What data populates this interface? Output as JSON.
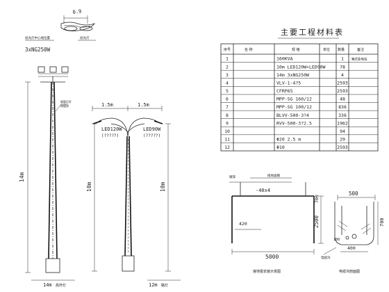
{
  "table": {
    "title": "主要工程材料表",
    "rows": [
      {
        "no": "1",
        "spec": "160KVA",
        "qty": "1",
        "note": "箱式变电站"
      },
      {
        "no": "2",
        "spec": "10m  LED120W+LED90W",
        "qty": "78",
        "note": ""
      },
      {
        "no": "3",
        "spec": "14m  3xNG250W",
        "qty": "4",
        "note": ""
      },
      {
        "no": "4",
        "spec": "VLV-1-4?5",
        "qty": "2593",
        "note": ""
      },
      {
        "no": "5",
        "spec": "CFRP65",
        "qty": "2593",
        "note": ""
      },
      {
        "no": "6",
        "spec": "MPP-SG 160/12",
        "qty": "48",
        "note": ""
      },
      {
        "no": "7",
        "spec": "MPP-SG 100/12",
        "qty": "836",
        "note": ""
      },
      {
        "no": "8",
        "spec": "BLVV-500-3?4",
        "qty": "336",
        "note": ""
      },
      {
        "no": "9",
        "spec": "RVV-500-3?2.5",
        "qty": "1962",
        "note": ""
      },
      {
        "no": "10",
        "spec": "",
        "qty": "94",
        "note": ""
      },
      {
        "no": "11",
        "spec": "Φ20  2.5 m",
        "qty": "29",
        "note": ""
      },
      {
        "no": "12",
        "spec": "Φ10",
        "qty": "2593",
        "note": ""
      }
    ]
  },
  "lamps": {
    "flood_label": "3xNG250W",
    "flood_spacing": "0.9",
    "height_14": "14m",
    "height_10_left": "10m",
    "height_10_right": "10m",
    "arm_left": "1.5m",
    "arm_right": "1.5m",
    "led_left": "LED120W",
    "led_right": "LED90W",
    "led_left_sub": "(?????)",
    "led_right_sub": "(?????)",
    "bottom_left": "14m",
    "bottom_right": "12m"
  },
  "trench": {
    "dim_top": "-40x4",
    "dim_left": "420",
    "dim_height": "2500",
    "dim_width": "5000",
    "dim_right_top": "500",
    "dim_right_mid": "700",
    "dim_right_bot": "400",
    "dim_side": "700",
    "dim_100": "100"
  }
}
